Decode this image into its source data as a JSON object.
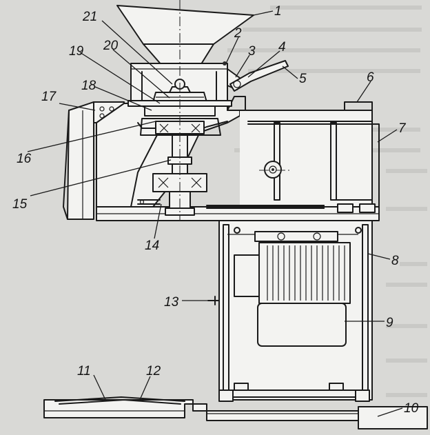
{
  "figure": {
    "background_color": "#d9d9d6",
    "ink_color": "#1a1a1a",
    "labels": [
      {
        "id": "label-1",
        "text": "1"
      },
      {
        "id": "label-2",
        "text": "2"
      },
      {
        "id": "label-3",
        "text": "3"
      },
      {
        "id": "label-4",
        "text": "4"
      },
      {
        "id": "label-5",
        "text": "5"
      },
      {
        "id": "label-6",
        "text": "6"
      },
      {
        "id": "label-7",
        "text": "7"
      },
      {
        "id": "label-8",
        "text": "8"
      },
      {
        "id": "label-9",
        "text": "9"
      },
      {
        "id": "label-10",
        "text": "10"
      },
      {
        "id": "label-11",
        "text": "11"
      },
      {
        "id": "label-12",
        "text": "12"
      },
      {
        "id": "label-13",
        "text": "13"
      },
      {
        "id": "label-14",
        "text": "14"
      },
      {
        "id": "label-15",
        "text": "15"
      },
      {
        "id": "label-16",
        "text": "16"
      },
      {
        "id": "label-17",
        "text": "17"
      },
      {
        "id": "label-18",
        "text": "18"
      },
      {
        "id": "label-19",
        "text": "19"
      },
      {
        "id": "label-20",
        "text": "20"
      },
      {
        "id": "label-21",
        "text": "21"
      }
    ]
  }
}
